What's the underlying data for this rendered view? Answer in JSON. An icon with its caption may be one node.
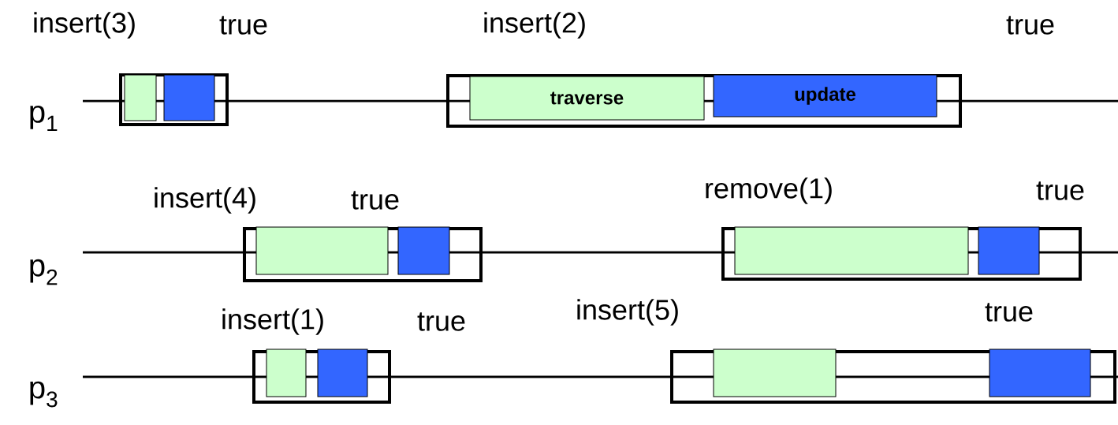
{
  "diagram": {
    "nodes": [
      {
        "text": [
          "insert(3)",
          "true"
        ]
      },
      {
        "text": [],
        "shape": "box",
        "in": 0
      },
      {
        "text": [],
        "shape": "box",
        "in": 0
      },
      {
        "text": [
          "insert(2)",
          "true"
        ]
      },
      {
        "text": [
          "traverse"
        ],
        "in": 3
      },
      {
        "text": [
          "update"
        ],
        "in": 3
      },
      {
        "text": [
          "insert(4)",
          "true"
        ]
      },
      {
        "text": [],
        "shape": "box",
        "in": 6
      },
      {
        "text": [],
        "shape": "box",
        "in": 6
      },
      {
        "text": [
          "remove(1)",
          "true"
        ]
      },
      {
        "text": [],
        "shape": "box",
        "in": 9
      },
      {
        "text": [],
        "shape": "box",
        "in": 9
      },
      {
        "text": [
          "insert(1)",
          "true"
        ]
      },
      {
        "text": [],
        "shape": "box",
        "in": 12
      },
      {
        "text": [],
        "shape": "box",
        "in": 12
      },
      {
        "text": [
          "insert(5)",
          "true"
        ]
      },
      {
        "text": [],
        "shape": "box",
        "in": 15
      },
      {
        "text": [],
        "shape": "box",
        "in": 15
      }
    ],
    "labels": [
      "p$_{1}$",
      "p$_{2}$",
      "p$_{3}$"
    ]
  }
}
